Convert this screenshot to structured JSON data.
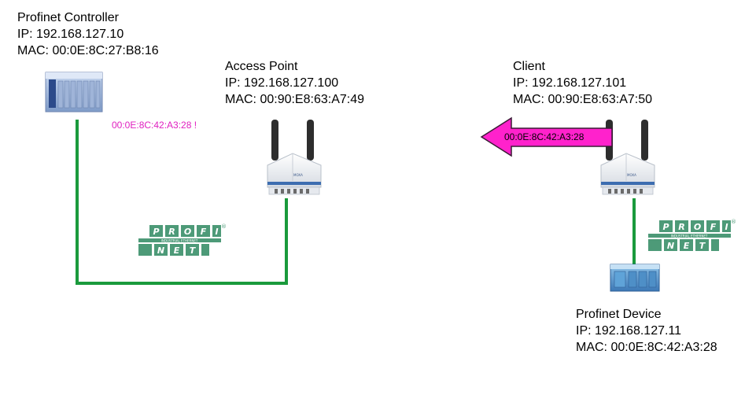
{
  "controller": {
    "name": "Profinet Controller",
    "ip": "IP: 192.168.127.10",
    "mac": "MAC: 00:0E:8C:27:B8:16"
  },
  "access_point": {
    "name": "Access Point",
    "ip": "IP: 192.168.127.100",
    "mac": "MAC: 00:90:E8:63:A7:49"
  },
  "client": {
    "name": "Client",
    "ip": "IP: 192.168.127.101",
    "mac": "MAC: 00:90:E8:63:A7:50"
  },
  "device": {
    "name": "Profinet Device",
    "ip": "IP: 192.168.127.11",
    "mac": "MAC: 00:0E:8C:42:A3:28"
  },
  "annotations": {
    "controller_mac_note": "00:0E:8C:42:A3:28 !",
    "arrow_mac": "00:0E:8C:42:A3:28"
  },
  "logos": {
    "profi": "PROFI",
    "net": "NET",
    "sub": "INDUSTRIAL ETHERNET",
    "reg": "®"
  },
  "ap_brand": "MOXA",
  "colors": {
    "link": "#1a9a3c",
    "arrow": "#ff22cc",
    "note": "#e020c0",
    "logo": "#4d9a78"
  }
}
